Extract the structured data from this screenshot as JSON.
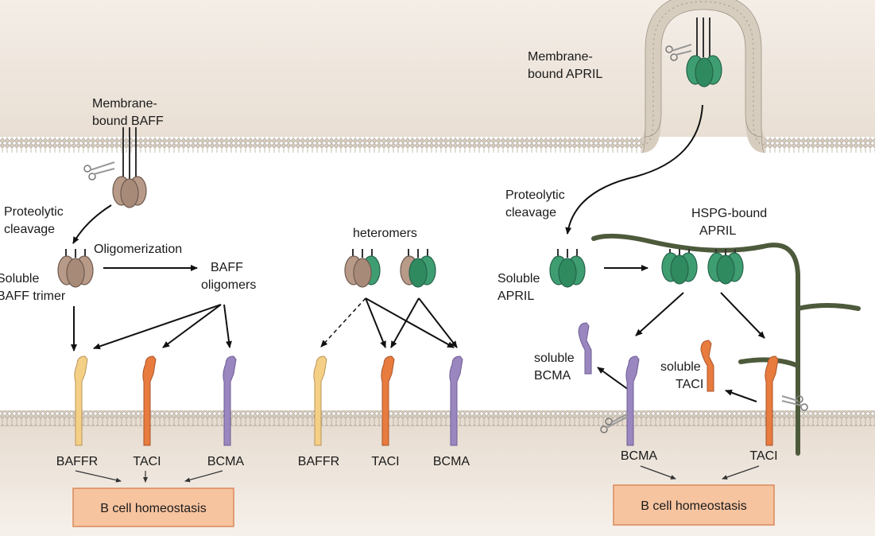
{
  "labels": {
    "membrane_baff_1": "Membrane-",
    "membrane_baff_2": "bound BAFF",
    "membrane_april_1": "Membrane-",
    "membrane_april_2": "bound APRIL",
    "proteolytic_left_1": "Proteolytic",
    "proteolytic_left_2": "cleavage",
    "oligomerization": "Oligomerization",
    "soluble_baff_1": "Soluble",
    "soluble_baff_2": "BAFF trimer",
    "baff_oligomers_1": "BAFF",
    "baff_oligomers_2": "oligomers",
    "heteromers": "heteromers",
    "proteolytic_right_1": "Proteolytic",
    "proteolytic_right_2": "cleavage",
    "soluble_april_1": "Soluble",
    "soluble_april_2": "APRIL",
    "hspg_1": "HSPG-bound",
    "hspg_2": "APRIL",
    "soluble_bcma_1": "soluble",
    "soluble_bcma_2": "BCMA",
    "soluble_taci_1": "soluble",
    "soluble_taci_2": "TACI"
  },
  "receptors": {
    "left": [
      "BAFFR",
      "TACI",
      "BCMA"
    ],
    "middle": [
      "BAFFR",
      "TACI",
      "BCMA"
    ],
    "right": [
      "BCMA",
      "TACI"
    ]
  },
  "outcome": {
    "left": "B cell homeostasis",
    "right": "B cell homeostasis"
  },
  "colors": {
    "baff": "#b89a88",
    "april": "#3f9d72",
    "baffr": "#f4cf86",
    "taci": "#e87b3e",
    "bcma": "#9a87c0",
    "hspg": "#4d5a3b",
    "box_fill": "#f7c4a0",
    "box_stroke": "#d98a5a"
  }
}
